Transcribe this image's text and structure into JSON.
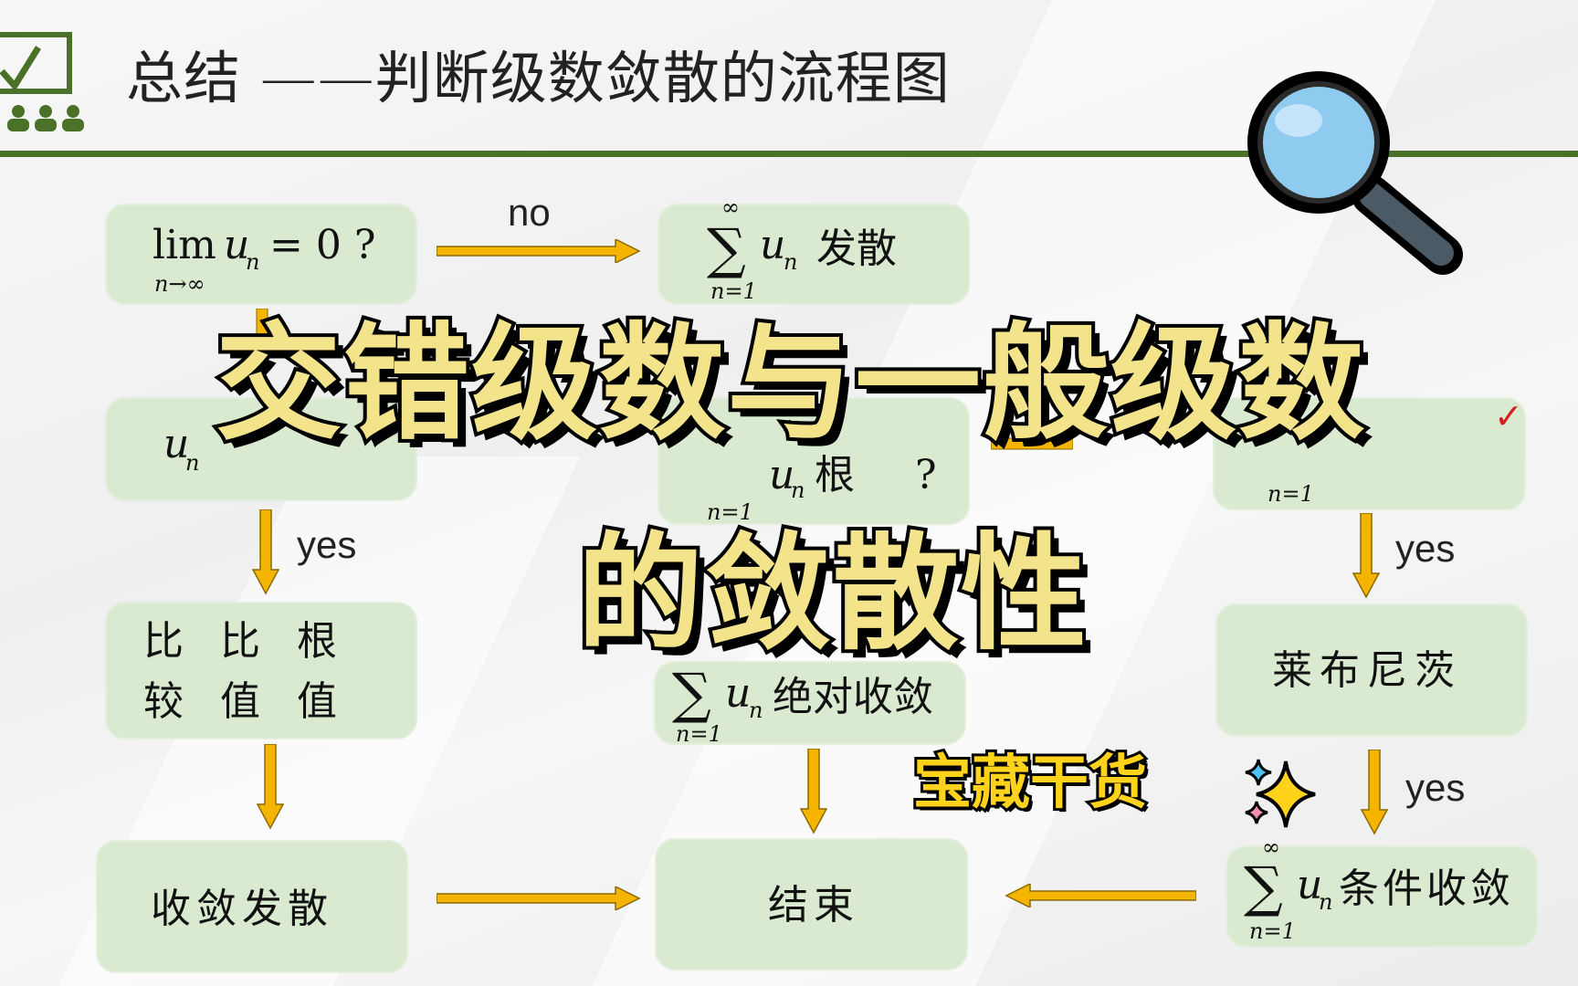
{
  "header": {
    "title": "总结 ——判断级数敛散的流程图",
    "icon": "presentation-board-icon",
    "accent_color": "#4a7128"
  },
  "overlay": {
    "title_line1": "交错级数与一般级数",
    "title_line2": "的敛散性",
    "badge": "宝藏干货",
    "badge_icon": "sparkles-icon",
    "magnifier_icon": "magnifying-glass-icon"
  },
  "flowchart": {
    "box_color": "#d9ead0",
    "arrow_color": "#f5b400",
    "nodes": {
      "limit_check": {
        "lim": "lim",
        "u": "u",
        "sub": "n",
        "eq": "= 0  ?",
        "under": "n→∞"
      },
      "diverge": {
        "sum": "∑",
        "top": "∞",
        "bottom": "n=1",
        "u": "u",
        "sub": "n",
        "text": "发散"
      },
      "positive_check": {
        "u": "u",
        "sub": "n"
      },
      "abs_check": {
        "bottom": "n=1",
        "u": "u",
        "sub": "n",
        "text": "根",
        "q": "?"
      },
      "alternating_check": {
        "bottom": "n=1",
        "mark": "✓"
      },
      "tests": {
        "row1": [
          "比",
          "比",
          "根"
        ],
        "row2": [
          "较",
          "值",
          "值"
        ]
      },
      "abs_converge": {
        "sum": "∑",
        "bottom": "n=1",
        "u": "u",
        "sub": "n",
        "text": "绝对收敛"
      },
      "leibniz": {
        "text": "莱布尼茨"
      },
      "conv_div": {
        "text": "收敛发散"
      },
      "end": {
        "text": "结束"
      },
      "cond_converge": {
        "sum": "∑",
        "top": "∞",
        "bottom": "n=1",
        "u": "u",
        "sub": "n",
        "text": "条件收敛"
      }
    },
    "edge_labels": {
      "no": "no",
      "yes1": "yes",
      "yes2": "yes",
      "yes3": "yes"
    }
  }
}
